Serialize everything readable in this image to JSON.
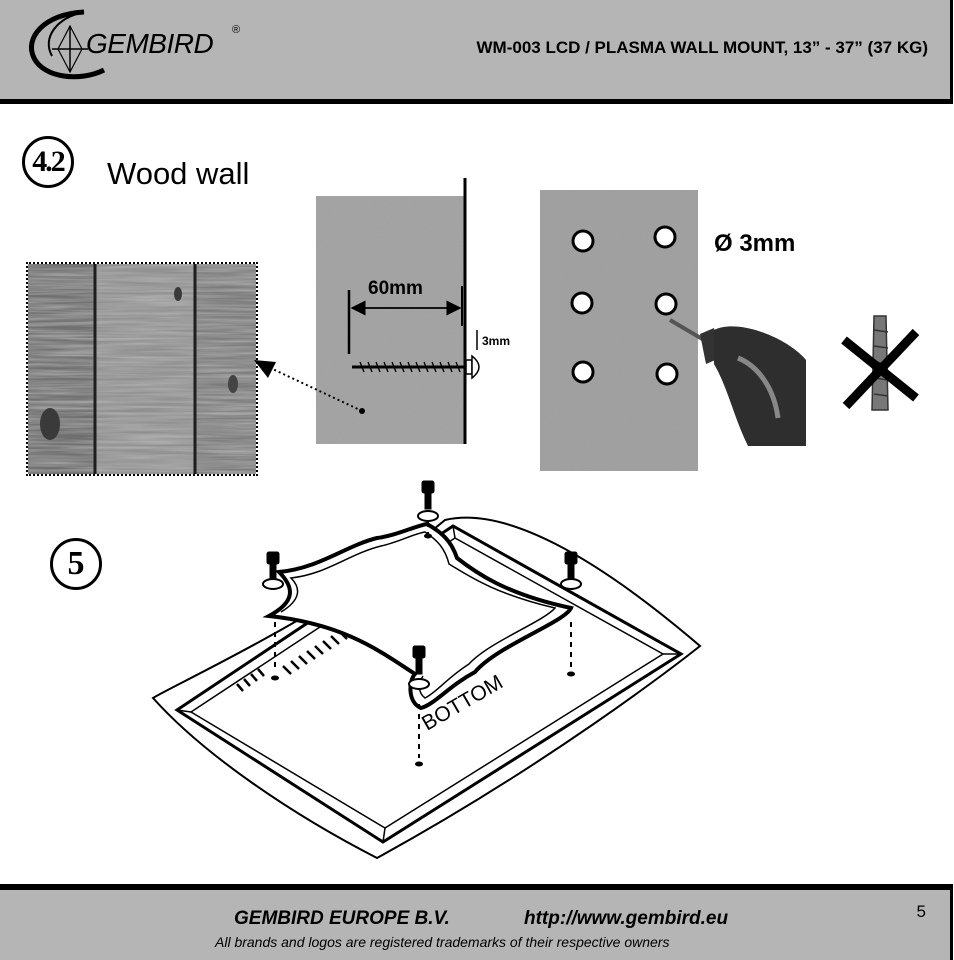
{
  "header": {
    "logo_text": "GEMBIRD",
    "logo_mark": "®",
    "title": "WM-003 LCD / PLASMA WALL MOUNT, 13” - 37” (37 KG)"
  },
  "step_4_2": {
    "number": "4.2",
    "title": "Wood wall",
    "depth_label": "60mm",
    "head_label": "3mm",
    "drill_label": "Ø 3mm",
    "icons": [
      "wood-texture",
      "screw-depth-diagram",
      "drill-holes-diagram",
      "drill-icon",
      "no-wall-plug-icon"
    ]
  },
  "step_5": {
    "number": "5",
    "tv_label": "BOTTOM",
    "icons": [
      "tv-bracket-assembly-diagram"
    ]
  },
  "footer": {
    "company": "GEMBIRD EUROPE B.V.",
    "url": "http://www.gembird.eu",
    "trademark": "All brands and logos are registered trademarks of their respective owners",
    "page_number": "5"
  }
}
